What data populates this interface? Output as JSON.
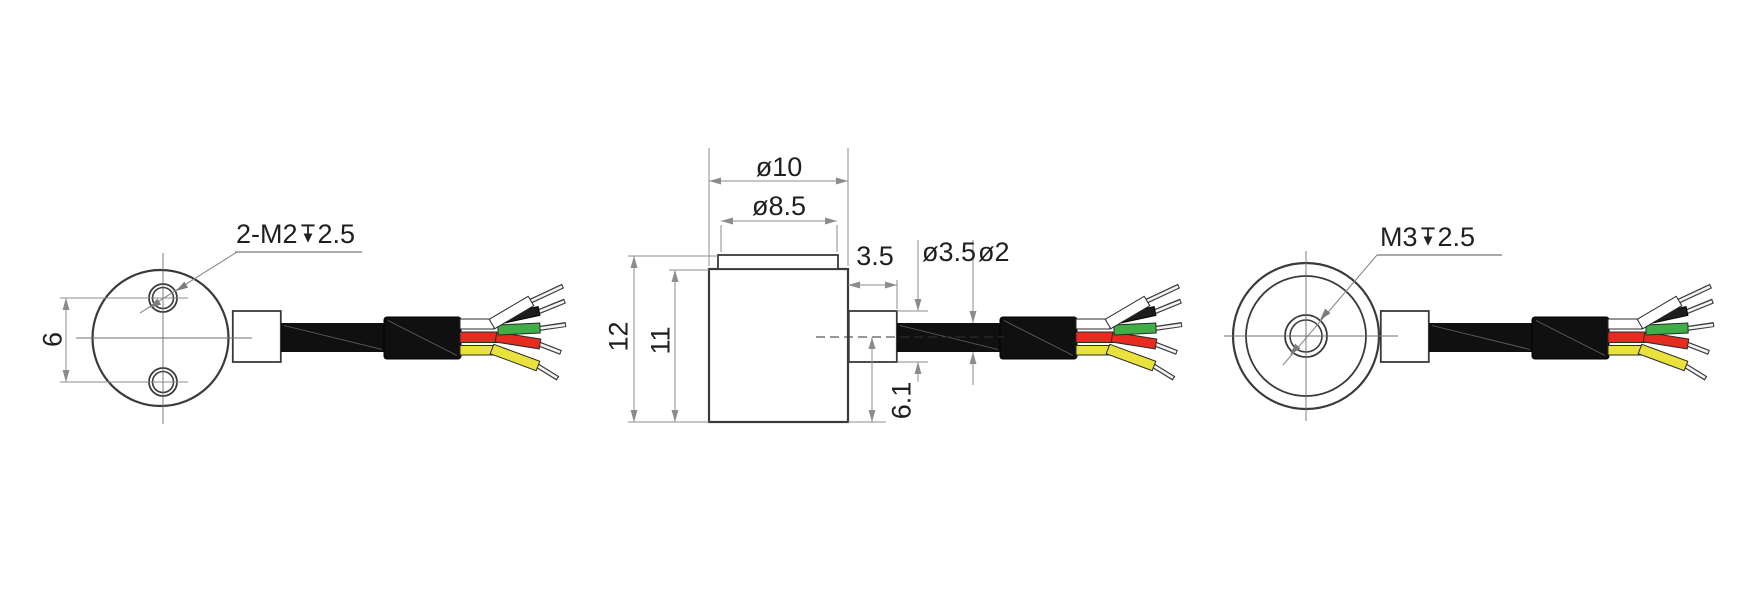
{
  "colors": {
    "background": "#ffffff",
    "outline": "#3a3a3a",
    "dimension": "#8c8c8c",
    "text": "#1f1f1f",
    "cable_black": "#101010",
    "wire_white": "#ffffff",
    "wire_black": "#1d1d1d",
    "wire_green": "#3fae46",
    "wire_red": "#e62b21",
    "wire_yellow": "#eae23c"
  },
  "views": {
    "left_view": {
      "thread_callout": {
        "prefix": "2-M2",
        "depth": "2.5"
      },
      "dims": {
        "hole_spacing": "6"
      }
    },
    "middle_view": {
      "dims": {
        "outer_diameter": "ø10",
        "cap_diameter": "ø8.5",
        "overall_height": "12",
        "body_height": "11",
        "boss_length": "3.5",
        "boss_diameter": "ø3.5",
        "cable_diameter": "ø2",
        "centerline_height": "6.1"
      }
    },
    "right_view": {
      "thread_callout": {
        "prefix": "M3",
        "depth": "2.5"
      }
    }
  },
  "cable": {
    "wire_colors": [
      "white",
      "black",
      "green",
      "red",
      "yellow"
    ]
  }
}
